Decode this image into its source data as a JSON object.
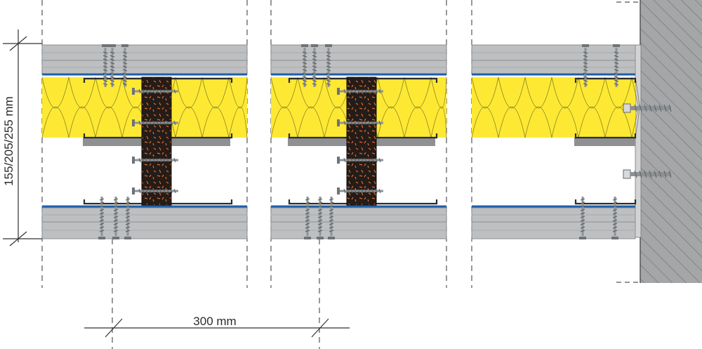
{
  "dimensions": {
    "height_label": "155/205/255 mm",
    "spacing_label": "300 mm"
  },
  "colors": {
    "board": "#bdbfc1",
    "board_edge": "#8c8f92",
    "insulation": "#fde933",
    "insulation_line": "#6b6520",
    "stud_core": "#241c18",
    "stud_fleck": "#e06a2a",
    "foil": "#1f5fa8",
    "masonry": "#a4a6a8",
    "hatch": "#6d6f71",
    "dash": "#555555",
    "metal": "#2c2c2c",
    "screw": "#8f9396"
  },
  "components": [
    {
      "name": "gypsum-board"
    },
    {
      "name": "mineral-wool-insulation"
    },
    {
      "name": "timber-stud"
    },
    {
      "name": "steel-channel"
    },
    {
      "name": "masonry-wall"
    },
    {
      "name": "wall-anchor"
    }
  ]
}
